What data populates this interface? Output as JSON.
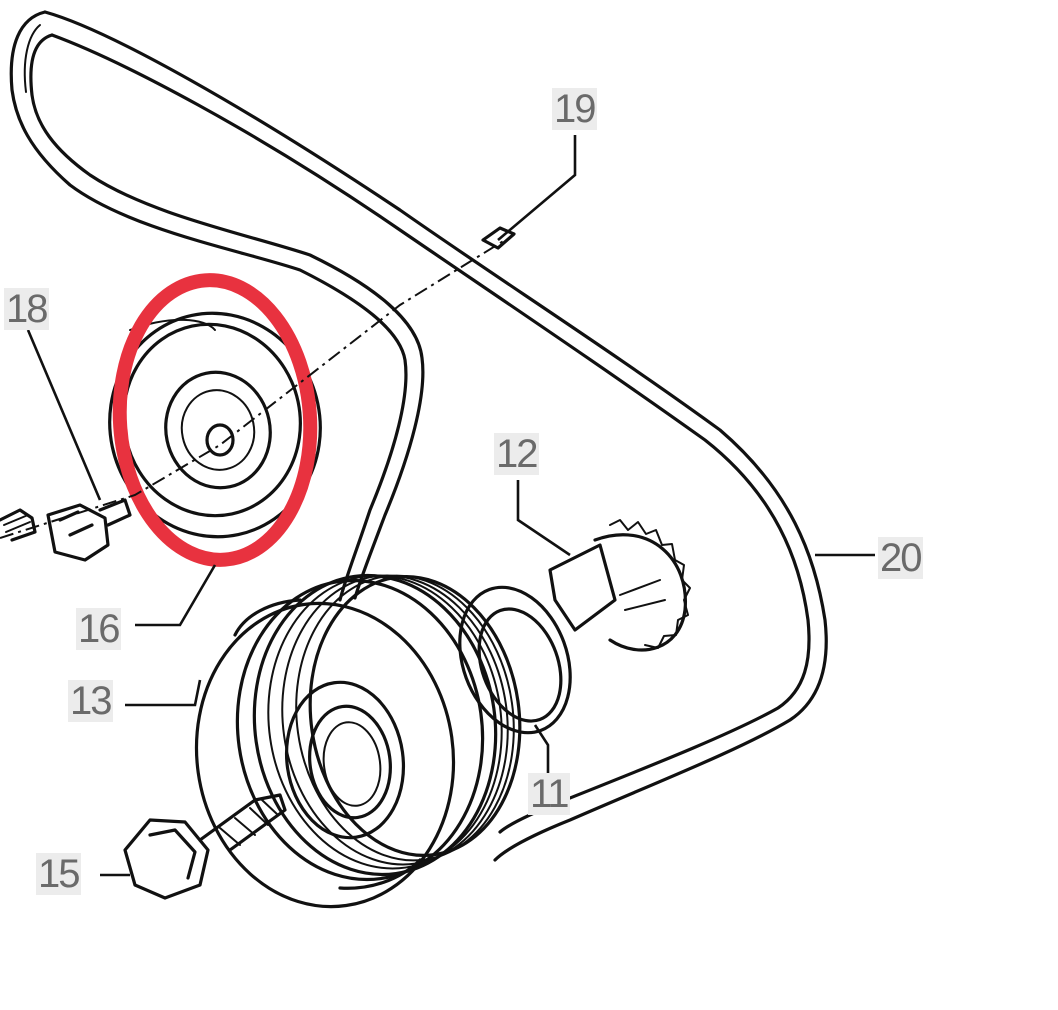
{
  "diagram": {
    "part_numbers": {
      "p11": "11",
      "p12": "12",
      "p13": "13",
      "p15": "15",
      "p16": "16",
      "p18": "18",
      "p19": "19",
      "p20": "20"
    },
    "highlight": {
      "target_part": "16",
      "color": "#e8323f"
    },
    "line_color": "#111111",
    "label_color": "#6a6a6a"
  }
}
